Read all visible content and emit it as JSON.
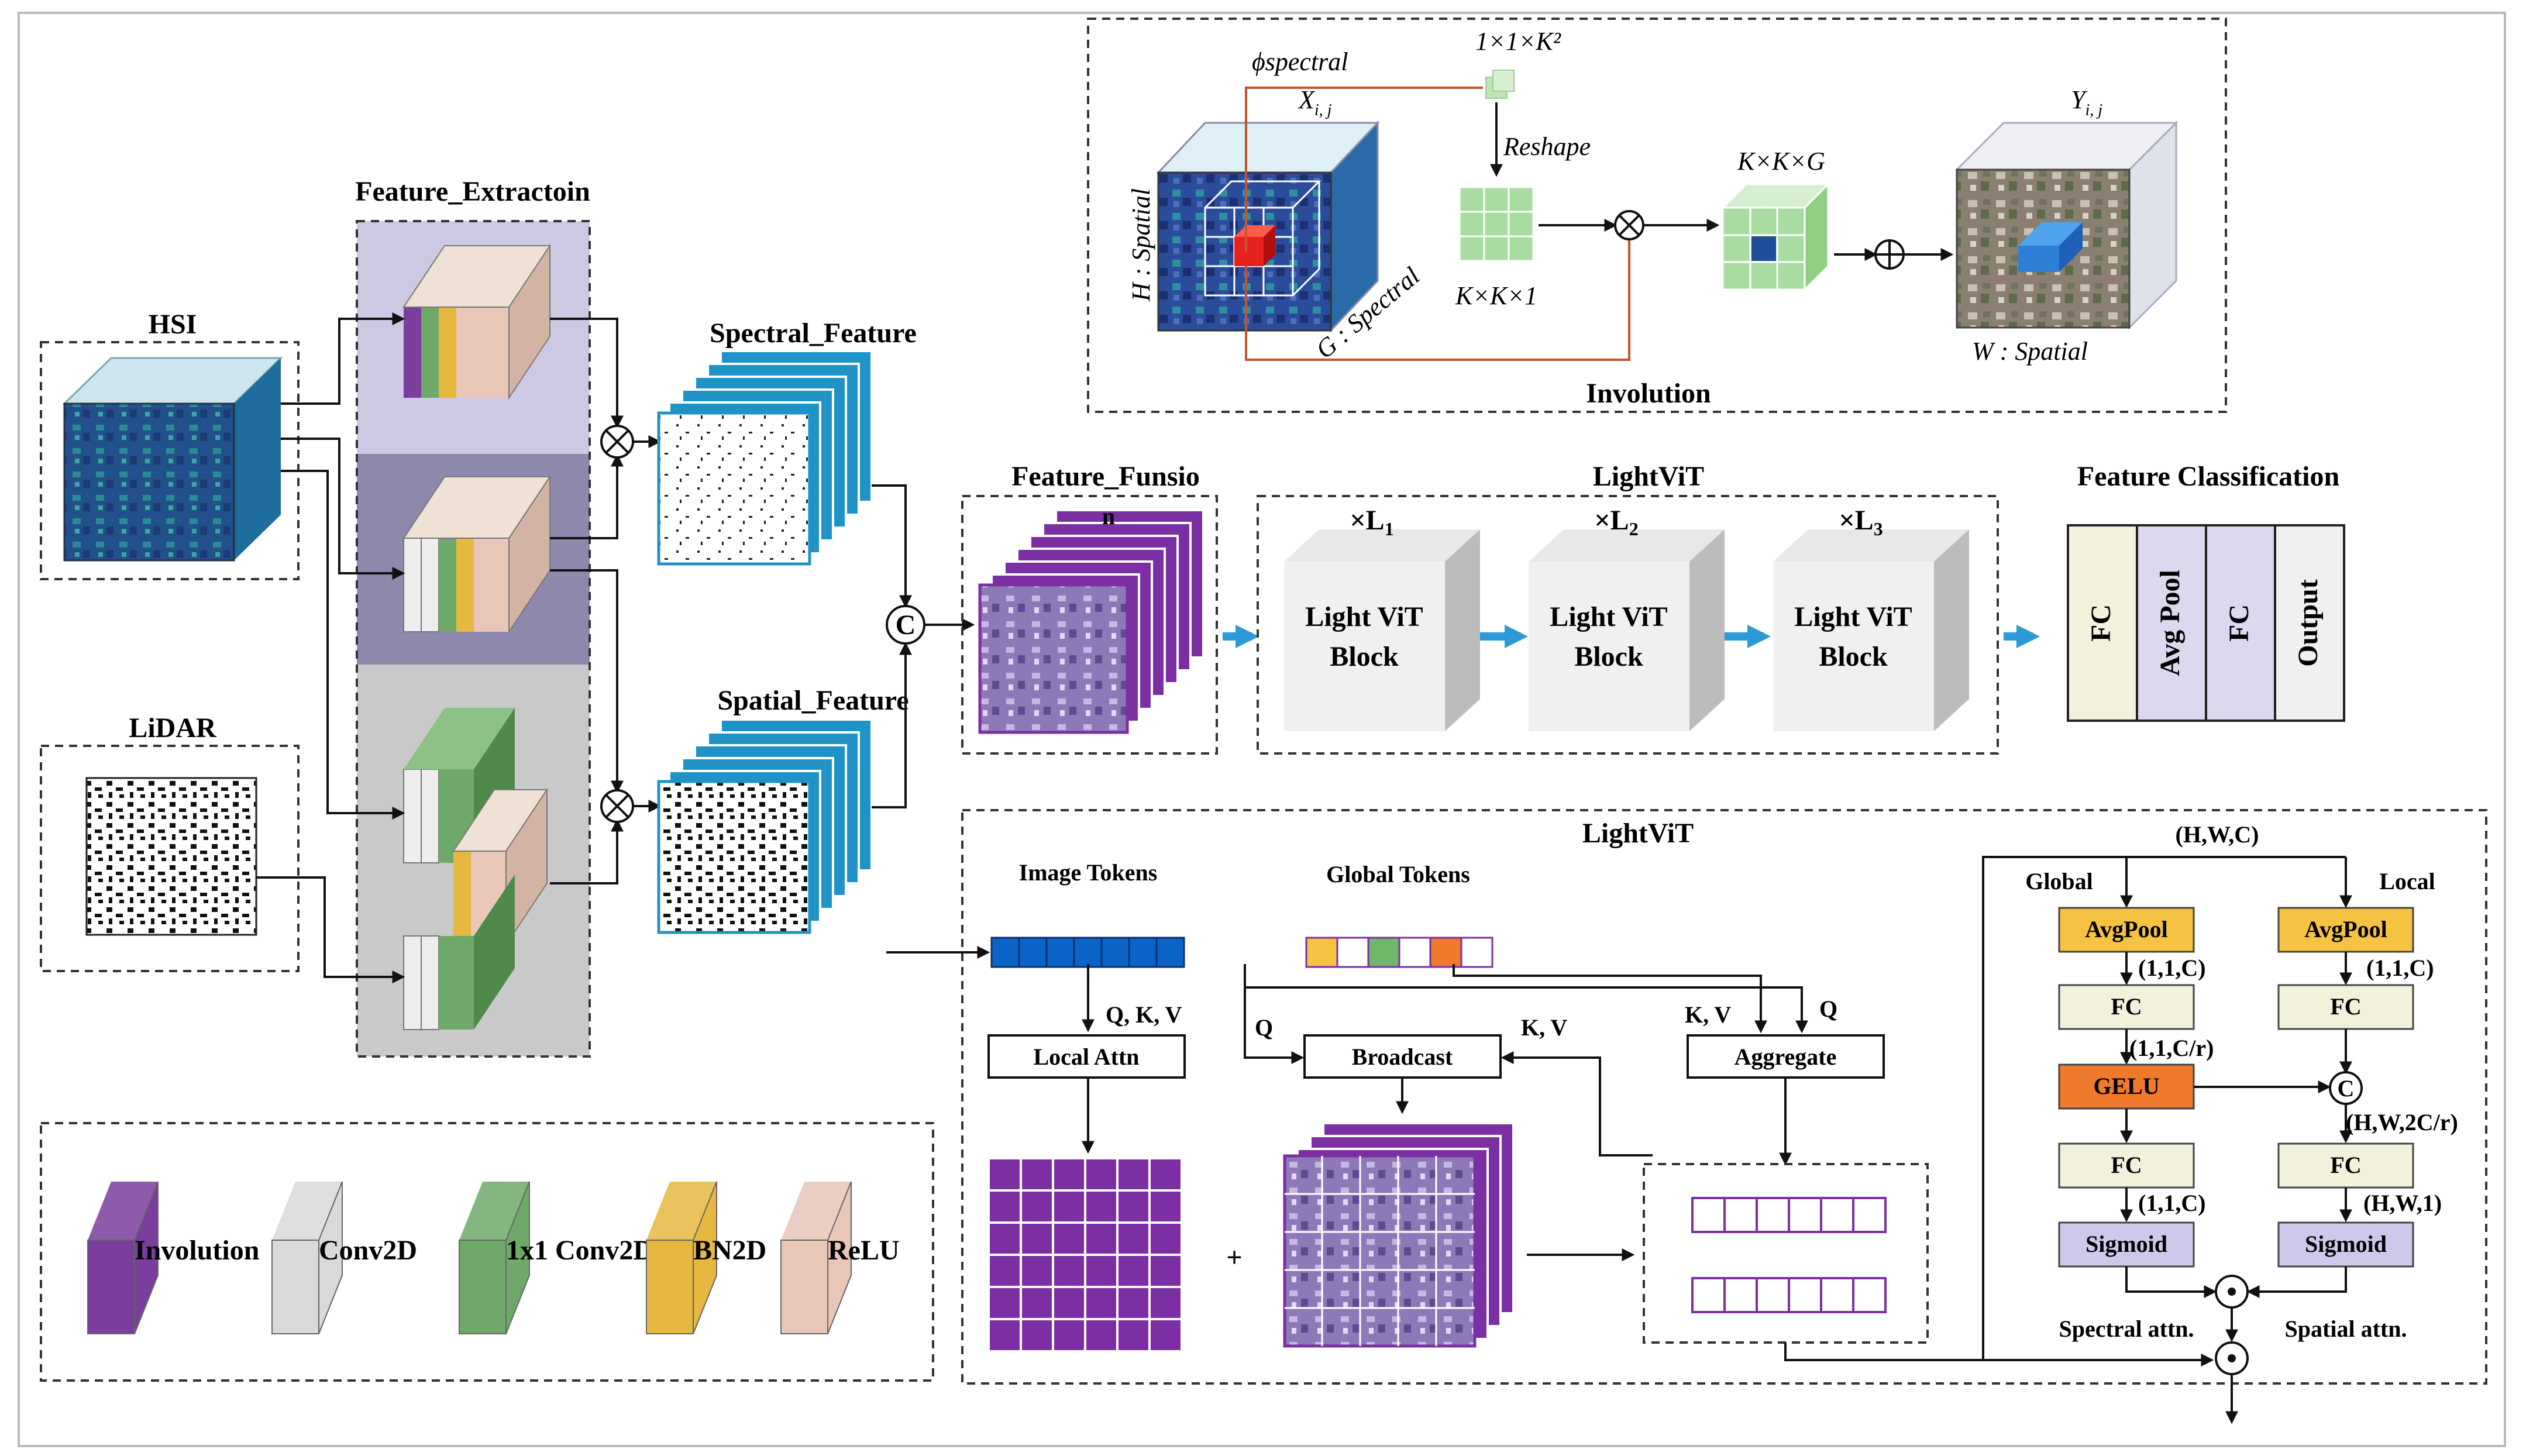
{
  "feature_extraction": {
    "title": "Feature_Extractoin"
  },
  "inputs": {
    "hsi": "HSI",
    "lidar": "LiDAR"
  },
  "spectral_feature": "Spectral_Feature",
  "spatial_feature": "Spatial_Feature",
  "feature_fusion": {
    "title": "Feature_Funsio",
    "n": "n"
  },
  "concat_symbol": "C",
  "involution": {
    "title": "Involution",
    "phi": "ϕspectral",
    "kernel_top": "1×1×K²",
    "x_ij": "X",
    "x_sub": "i, j",
    "y_ij": "Y",
    "y_sub": "i, j",
    "reshape": "Reshape",
    "kk1": "K×K×1",
    "kkg": "K×K×G",
    "h_spatial": "H : Spatial",
    "g_spectral": "G : Spectral",
    "w_spatial": "W : Spatial"
  },
  "lightvit_top": {
    "title": "LightViT",
    "blocks": [
      {
        "repeat": "×L",
        "sub": "1",
        "line1": "Light ViT",
        "line2": "Block"
      },
      {
        "repeat": "×L",
        "sub": "2",
        "line1": "Light ViT",
        "line2": "Block"
      },
      {
        "repeat": "×L",
        "sub": "3",
        "line1": "Light ViT",
        "line2": "Block"
      }
    ]
  },
  "feature_classification": {
    "title": "Feature Classification",
    "layers": [
      {
        "label": "FC",
        "color": "#f1f1dc"
      },
      {
        "label": "Avg Pool",
        "color": "#dcd8ee"
      },
      {
        "label": "FC",
        "color": "#dcd8ee"
      },
      {
        "label": "Output",
        "color": "#f0f0f0"
      }
    ]
  },
  "lightvit_bottom": {
    "title": "LightViT",
    "image_tokens": "Image  Tokens",
    "global_tokens": "Global  Tokens",
    "qkv": "Q,  K,  V",
    "q_left": "Q",
    "kv_mid": "K,  V",
    "kv_right": "K,  V",
    "q_right": "Q",
    "local_attn": "Local  Attn",
    "broadcast": "Broadcast",
    "aggregate": "Aggregate",
    "plus": "+"
  },
  "attention": {
    "input_shape": "(H,W,C)",
    "global": "Global",
    "local": "Local",
    "avgpool": "AvgPool",
    "fc": "FC",
    "gelu": "GELU",
    "sigmoid": "Sigmoid",
    "concat": "C",
    "shape_11c": "(1,1,C)",
    "shape_11cr": "(1,1,C/r)",
    "shape_hw2cr": "(H,W,2C/r)",
    "shape_hw1": "(H,W,1)",
    "spectral_attn": "Spectral attn.",
    "spatial_attn": "Spatial attn."
  },
  "legend": [
    {
      "label": "Involution",
      "color": "#7b3d9e"
    },
    {
      "label": "Conv2D",
      "color": "#d9d9d9"
    },
    {
      "label": "1x1 Conv2D",
      "color": "#6fa96a"
    },
    {
      "label": "BN2D",
      "color": "#e6b840"
    },
    {
      "label": "ReLU",
      "color": "#e8c6b8"
    }
  ],
  "colors": {
    "purple": "#7b2fa3",
    "teal_stack": "#1f93c8",
    "blue_arrow": "#2b9ad6",
    "attn_yellow": "#f5c242",
    "attn_fc": "#f1f1dc",
    "attn_gelu": "#f07a2c",
    "attn_sigmoid": "#cfc8ea"
  }
}
